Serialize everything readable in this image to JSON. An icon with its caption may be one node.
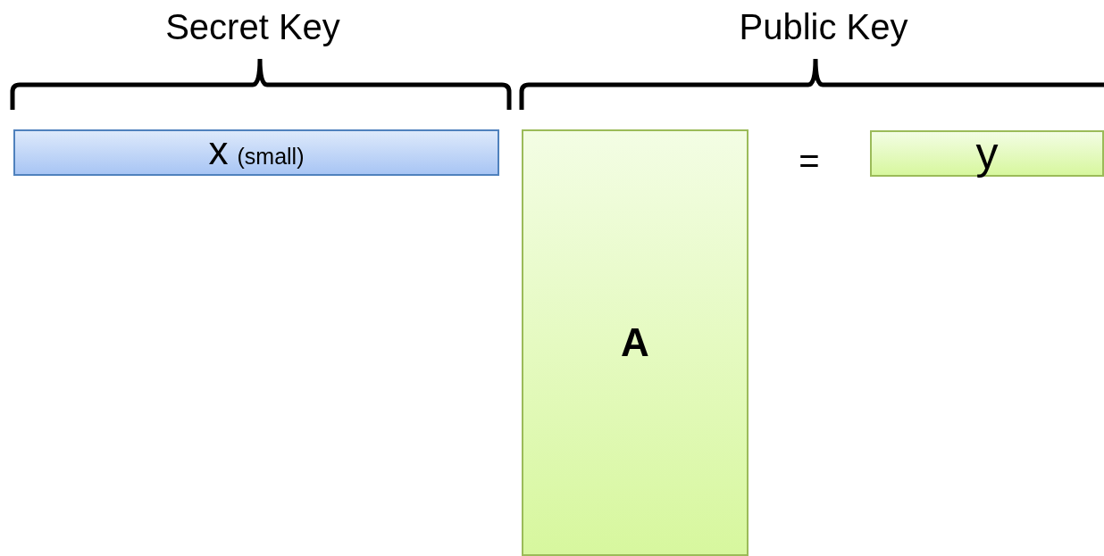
{
  "diagram": {
    "nodes": [
      {
        "text": [
          "x",
          "(small)"
        ]
      },
      {
        "text": [
          "A"
        ]
      },
      {
        "text": [
          "y"
        ]
      }
    ],
    "labels": [
      "Secret Key",
      "Public Key",
      "="
    ]
  }
}
